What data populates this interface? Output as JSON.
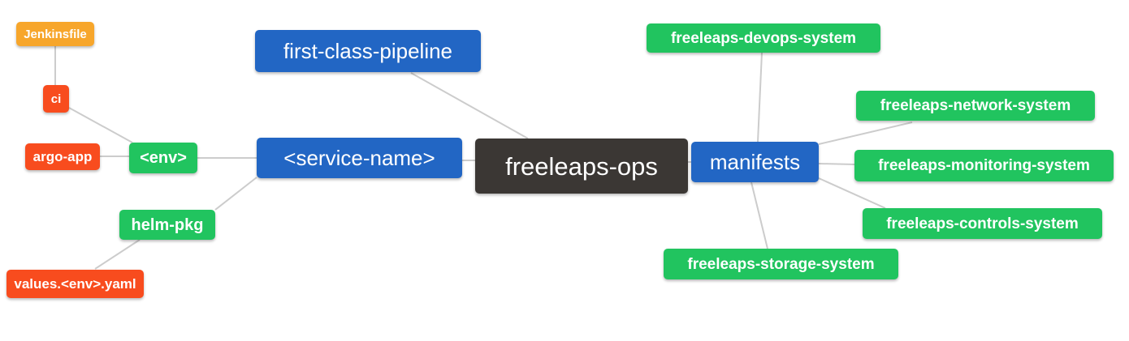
{
  "diagram": {
    "type": "mindmap",
    "root_label": "freeleaps-ops",
    "colors": {
      "orange": "#F7A62B",
      "red": "#F84C1E",
      "green": "#21C45F",
      "blue": "#2266C4",
      "dark": "#3B3734",
      "edge": "#CCCCCC",
      "text": "#FFFFFF"
    },
    "nodes": {
      "jenkinsfile": {
        "label": "Jenkinsfile",
        "color": "orange"
      },
      "ci": {
        "label": "ci",
        "color": "red"
      },
      "argo_app": {
        "label": "argo-app",
        "color": "red"
      },
      "env": {
        "label": "<env>",
        "color": "green"
      },
      "service_name": {
        "label": "<service-name>",
        "color": "blue"
      },
      "first_class_pipeline": {
        "label": "first-class-pipeline",
        "color": "blue"
      },
      "freeleaps_ops": {
        "label": "freeleaps-ops",
        "color": "dark"
      },
      "manifests": {
        "label": "manifests",
        "color": "blue"
      },
      "helm_pkg": {
        "label": "helm-pkg",
        "color": "green"
      },
      "values_env_yaml": {
        "label": "values.<env>.yaml",
        "color": "red"
      },
      "devops_system": {
        "label": "freeleaps-devops-system",
        "color": "green"
      },
      "network_system": {
        "label": "freeleaps-network-system",
        "color": "green"
      },
      "monitoring_system": {
        "label": "freeleaps-monitoring-system",
        "color": "green"
      },
      "controls_system": {
        "label": "freeleaps-controls-system",
        "color": "green"
      },
      "storage_system": {
        "label": "freeleaps-storage-system",
        "color": "green"
      }
    },
    "edges": [
      [
        "jenkinsfile",
        "ci"
      ],
      [
        "ci",
        "env"
      ],
      [
        "argo_app",
        "env"
      ],
      [
        "env",
        "service_name"
      ],
      [
        "helm_pkg",
        "service_name"
      ],
      [
        "values_env_yaml",
        "helm_pkg"
      ],
      [
        "first_class_pipeline",
        "freeleaps_ops"
      ],
      [
        "service_name",
        "freeleaps_ops"
      ],
      [
        "freeleaps_ops",
        "manifests"
      ],
      [
        "manifests",
        "devops_system"
      ],
      [
        "manifests",
        "network_system"
      ],
      [
        "manifests",
        "monitoring_system"
      ],
      [
        "manifests",
        "controls_system"
      ],
      [
        "manifests",
        "storage_system"
      ]
    ]
  }
}
